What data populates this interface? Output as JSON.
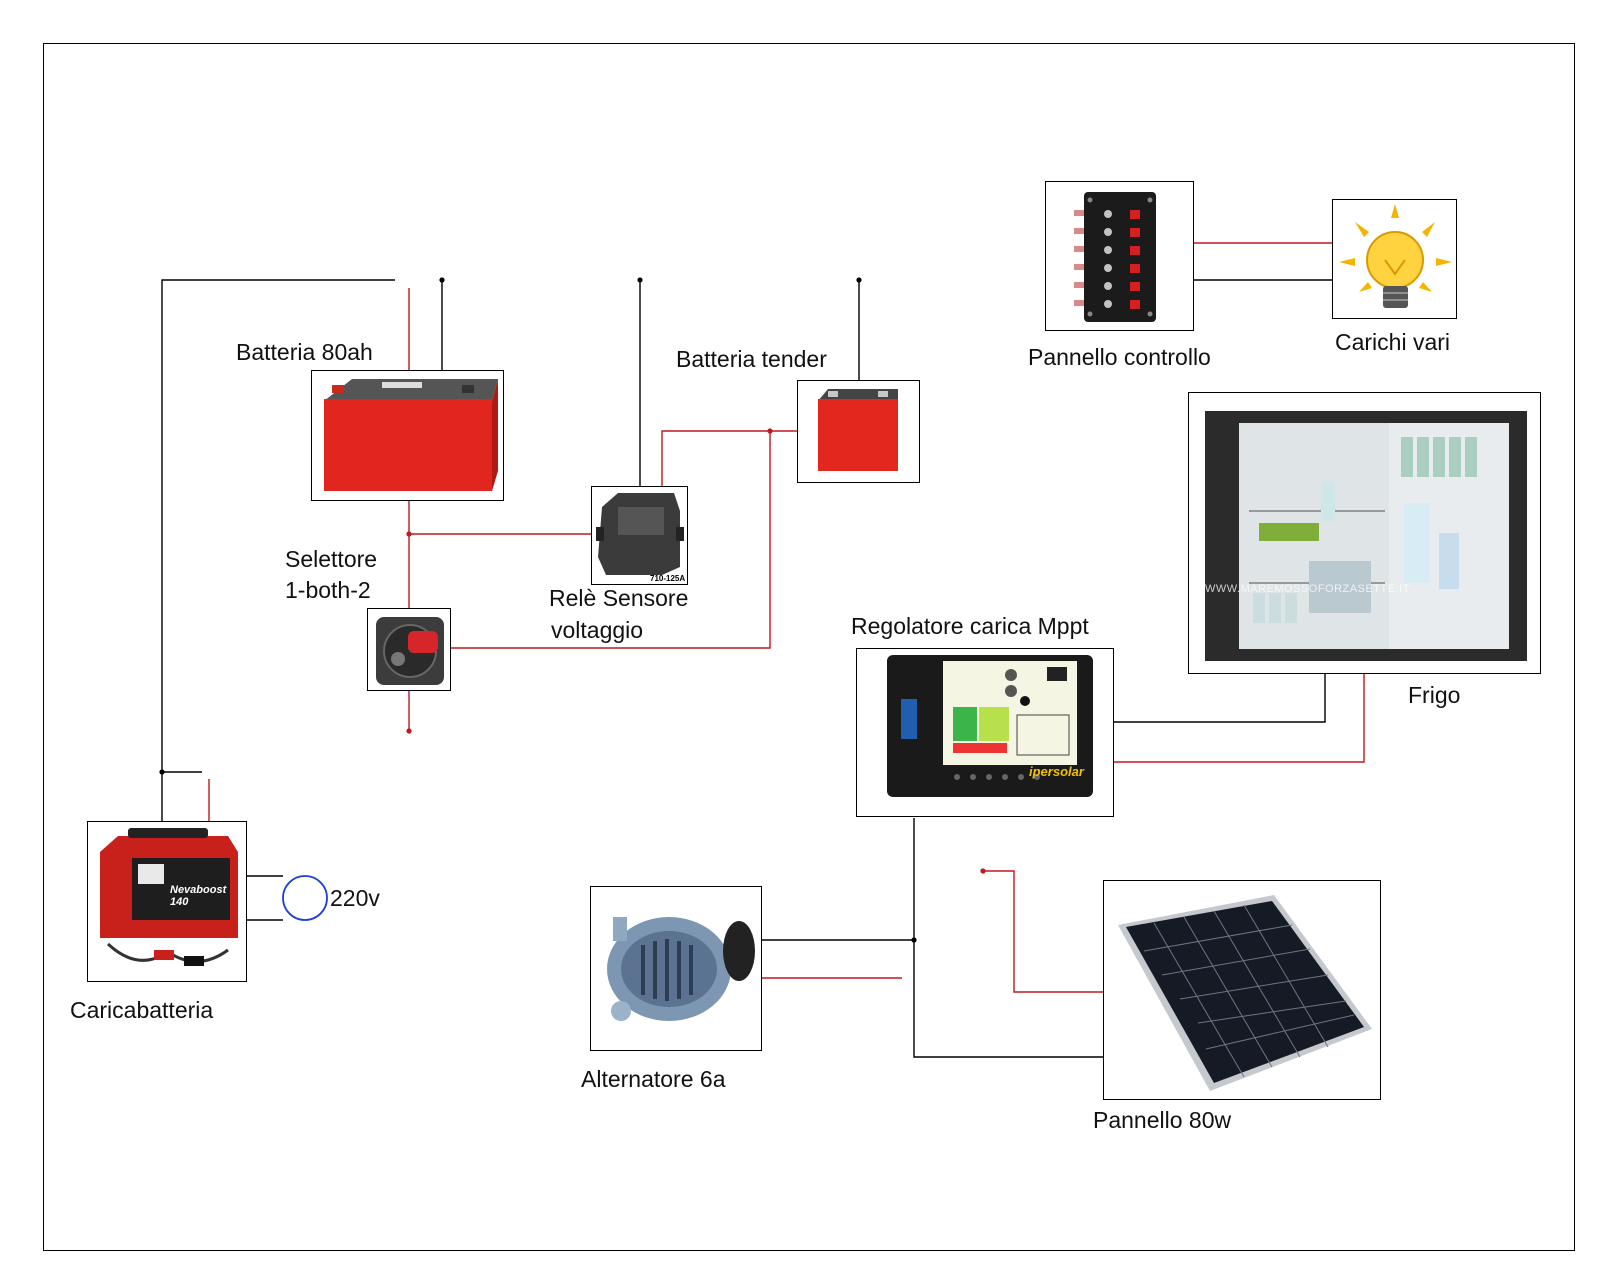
{
  "diagram": {
    "labels": {
      "batteria": "Batteria 80ah",
      "tender": "Batteria tender",
      "pannello_controllo": "Pannello controllo",
      "carichi": "Carichi vari",
      "selettore_1": "Selettore",
      "selettore_2": "1-both-2",
      "rele_1": "Relè Sensore",
      "rele_2": "voltaggio",
      "regolatore": "Regolatore carica Mppt",
      "frigo": "Frigo",
      "caricabatteria": "Caricabatteria",
      "v220": "220v",
      "alternatore": "Alternatore 6a",
      "pannello_solare": "Pannello 80w"
    },
    "product_text": {
      "relay_code": "710-125A",
      "charger_brand": "Nevaboost 140",
      "mppt_brand": "ipersolar",
      "frigo_watermark": "WWW.MAREMOSSOFORZASETTE.IT"
    },
    "colors": {
      "positive_wire": "#c0181e",
      "negative_wire": "#000000",
      "ac_loop": "#1d3fd6"
    }
  }
}
